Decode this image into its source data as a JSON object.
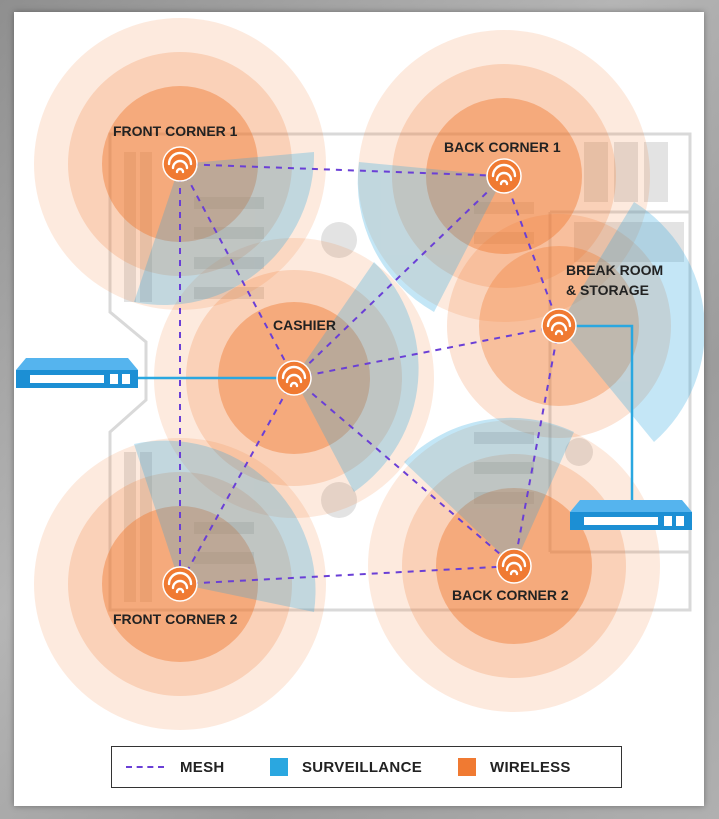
{
  "nodes": {
    "front_corner_1": {
      "label": "FRONT CORNER 1"
    },
    "back_corner_1": {
      "label": "BACK CORNER 1"
    },
    "break_room": {
      "label_line1": "BREAK ROOM",
      "label_line2": "& STORAGE"
    },
    "cashier": {
      "label": "CASHIER"
    },
    "front_corner_2": {
      "label": "FRONT CORNER 2"
    },
    "back_corner_2": {
      "label": "BACK CORNER 2"
    }
  },
  "legend": {
    "mesh": "MESH",
    "surveillance": "SURVEILLANCE",
    "wireless": "WIRELESS"
  },
  "colors": {
    "wireless": "#f07a32",
    "surveillance": "#2aa7e0",
    "mesh": "#6a3fd6",
    "switch": "#1c8fd4"
  }
}
